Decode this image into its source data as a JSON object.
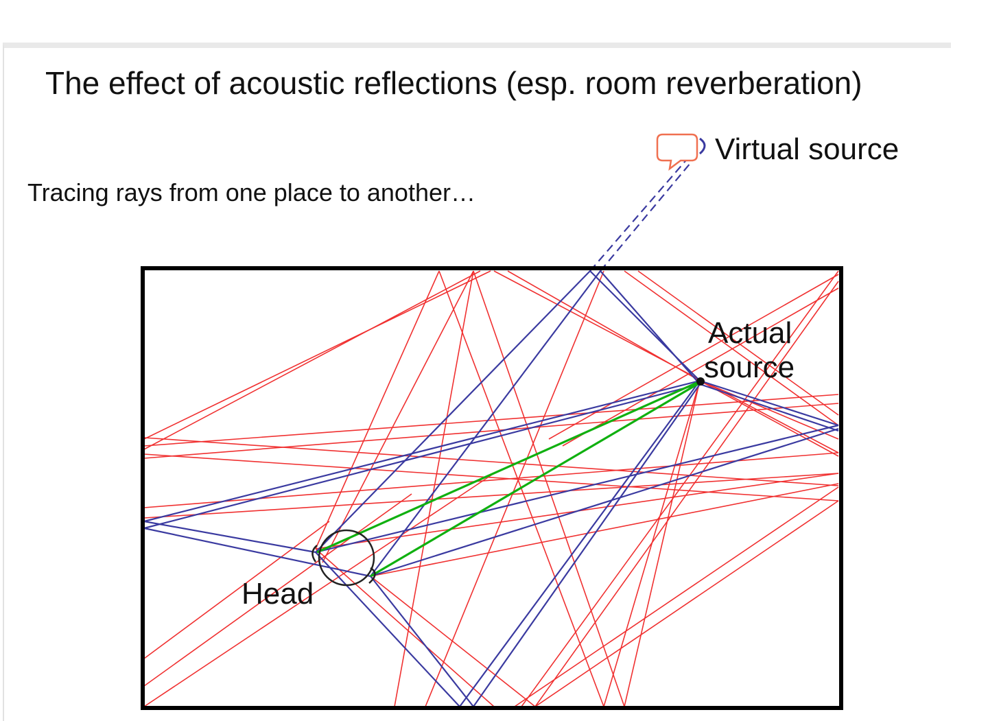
{
  "slide": {
    "title": "The effect of acoustic reflections (esp. room reverberation)",
    "subtitle": "Tracing rays from one place to another…"
  },
  "labels": {
    "virtual_source": "Virtual source",
    "actual_source": [
      "Actual",
      "source"
    ],
    "head": "Head"
  },
  "colors": {
    "reverb_rays": "#f03030",
    "first_reflection": "#3a3aa0",
    "direct_path": "#10b010",
    "room_outline": "#000000",
    "speech_bubble": "#f07050"
  },
  "icons": {
    "virtual_source": "speech-bubble-icon",
    "head": "head-circle-icon"
  }
}
